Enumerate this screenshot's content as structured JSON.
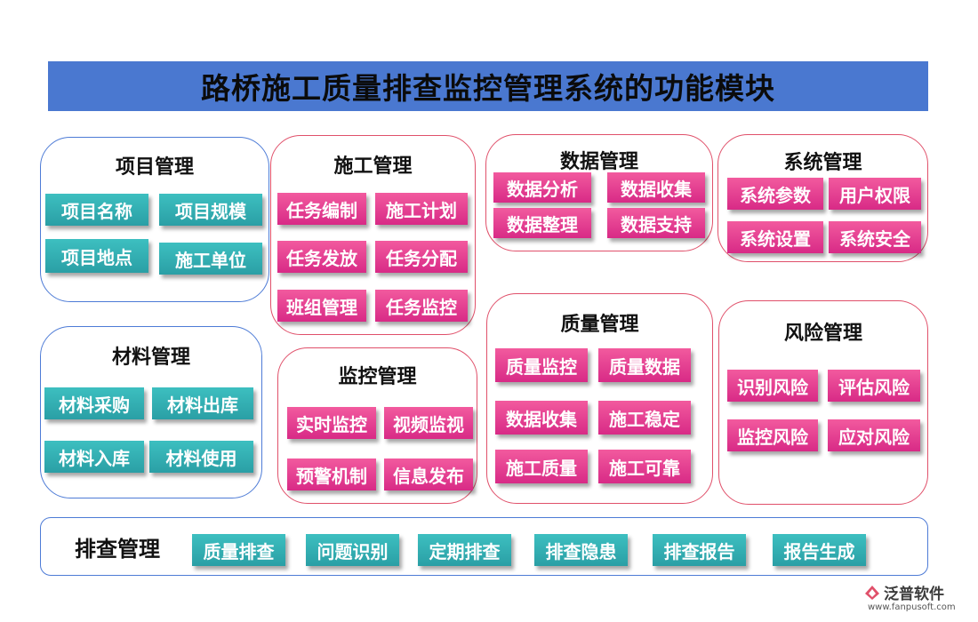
{
  "title": "路桥施工质量排查监控管理系统的功能模块",
  "modules": {
    "project": {
      "title": "项目管理",
      "items": [
        "项目名称",
        "项目规模",
        "项目地点",
        "施工单位"
      ]
    },
    "construction": {
      "title": "施工管理",
      "items": [
        "任务编制",
        "施工计划",
        "任务发放",
        "任务分配",
        "班组管理",
        "任务监控"
      ]
    },
    "data": {
      "title": "数据管理",
      "items": [
        "数据分析",
        "数据收集",
        "数据整理",
        "数据支持"
      ]
    },
    "system": {
      "title": "系统管理",
      "items": [
        "系统参数",
        "用户权限",
        "系统设置",
        "系统安全"
      ]
    },
    "material": {
      "title": "材料管理",
      "items": [
        "材料采购",
        "材料出库",
        "材料入库",
        "材料使用"
      ]
    },
    "monitor": {
      "title": "监控管理",
      "items": [
        "实时监控",
        "视频监视",
        "预警机制",
        "信息发布"
      ]
    },
    "quality": {
      "title": "质量管理",
      "items": [
        "质量监控",
        "质量数据",
        "数据收集",
        "施工稳定",
        "施工质量",
        "施工可靠"
      ]
    },
    "risk": {
      "title": "风险管理",
      "items": [
        "识别风险",
        "评估风险",
        "监控风险",
        "应对风险"
      ]
    },
    "inspection": {
      "title": "排查管理",
      "items": [
        "质量排查",
        "问题识别",
        "定期排查",
        "排查隐患",
        "排查报告",
        "报告生成"
      ]
    }
  },
  "logo": {
    "name": "泛普软件",
    "url": "www.fanpusoft.com"
  },
  "colors": {
    "title_bg": "#4a78d0",
    "teal": "#2ea9ad",
    "pink": "#e23a8f",
    "blue_border": "#4d7bd6",
    "red_border": "#e0506a"
  }
}
